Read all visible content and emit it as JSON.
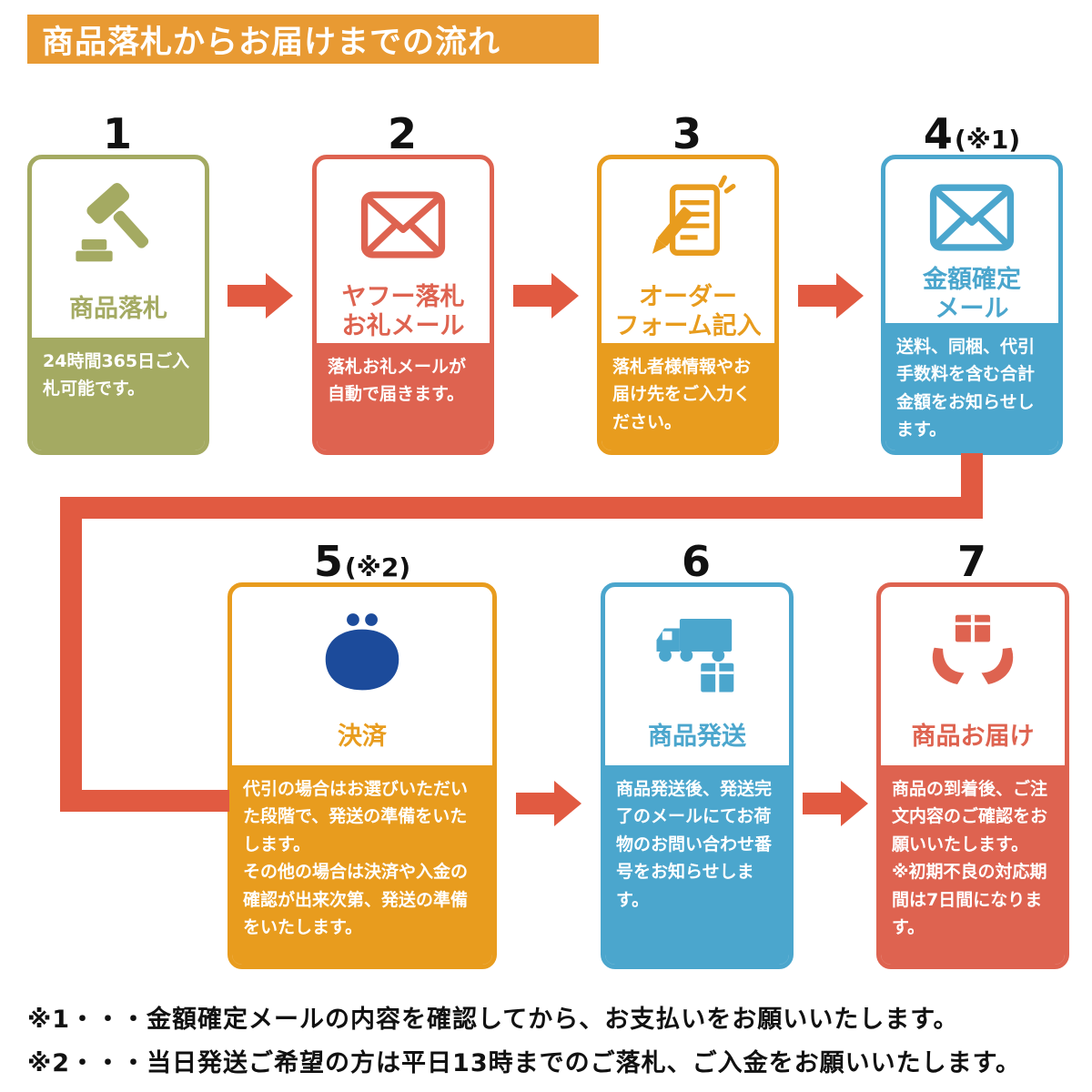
{
  "colors": {
    "header_bg": "#E89A33",
    "arrow": "#E15A41"
  },
  "header": {
    "title": "商品落札からお届けまでの流れ"
  },
  "steps": [
    {
      "number": "1",
      "suffix": "",
      "title": "商品落札",
      "desc": "24時間365日ご入札可能です。",
      "color": "#A4AA62",
      "icon": "gavel"
    },
    {
      "number": "2",
      "suffix": "",
      "title": "ヤフー落札\nお礼メール",
      "desc": "落札お礼メールが自動で届きます。",
      "color": "#DE6350",
      "icon": "mail"
    },
    {
      "number": "3",
      "suffix": "",
      "title": "オーダー\nフォーム記入",
      "desc": "落札者様情報やお届け先をご入力ください。",
      "color": "#E89C1E",
      "icon": "order-form"
    },
    {
      "number": "4",
      "suffix": "(※1)",
      "title": "金額確定\nメール",
      "desc": "送料、同梱、代引手数料を含む合計金額をお知らせします。",
      "color": "#4BA6CD",
      "icon": "mail"
    },
    {
      "number": "5",
      "suffix": "(※2)",
      "title": "決済",
      "desc": "代引の場合はお選びいただいた段階で、発送の準備をいたします。\nその他の場合は決済や入金の確認が出来次第、発送の準備をいたします。",
      "color": "#E89C1E",
      "icon": "coin-purse",
      "icon_color": "#1C4B9B"
    },
    {
      "number": "6",
      "suffix": "",
      "title": "商品発送",
      "desc": "商品発送後、発送完了のメールにてお荷物のお問い合わせ番号をお知らせします。",
      "color": "#4BA6CD",
      "icon": "delivery-truck"
    },
    {
      "number": "7",
      "suffix": "",
      "title": "商品お届け",
      "desc": "商品の到着後、ご注文内容のご確認をお願いいたします。\n※初期不良の対応期間は7日間になります。",
      "color": "#DE6350",
      "icon": "hands-package"
    }
  ],
  "notes": [
    "※1・・・金額確定メールの内容を確認してから、お支払いをお願いいたします。",
    "※2・・・当日発送ご希望の方は平日13時までのご落札、ご入金をお願いいたします。"
  ]
}
